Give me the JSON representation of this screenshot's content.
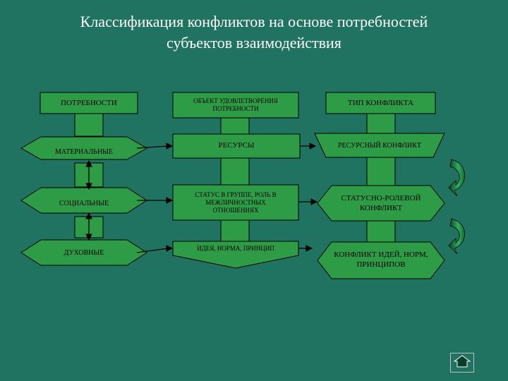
{
  "title_line1": "Классификация конфликтов на основе потребностей",
  "title_line2": "субъектов взаимодействия",
  "headers": {
    "needs": "ПОТРЕБНОСТИ",
    "object": "ОБЪЕКТ УДОВЛЕТВОРЕНИЯ ПОТРЕБНОСТИ",
    "type": "ТИП КОНФЛИКТА"
  },
  "rows": [
    {
      "need": "МАТЕРИАЛЬНЫЕ",
      "object": "РЕСУРСЫ",
      "type": "РЕСУРСНЫЙ КОНФЛИКТ"
    },
    {
      "need": "СОЦИАЛЬНЫЕ",
      "object": "СТАТУС В ГРУППЕ, РОЛЬ В МЕЖЛИЧНОСТНЫХ ОТНОШЕНИЯХ",
      "type": "СТАТУСНО-РОЛЕВОЙ КОНФЛИКТ"
    },
    {
      "need": "ДУХОВНЫЕ",
      "object": "ИДЕЯ, НОРМА, ПРИНЦИП",
      "type": "КОНФЛИКТ ИДЕЙ, НОРМ, ПРИНЦИПОВ"
    }
  ],
  "colors": {
    "background": "#1f7360",
    "shape": "#2e9b46",
    "header_fill": "#ffffff",
    "arrow": "#000000"
  },
  "nav_icon": "home-icon"
}
